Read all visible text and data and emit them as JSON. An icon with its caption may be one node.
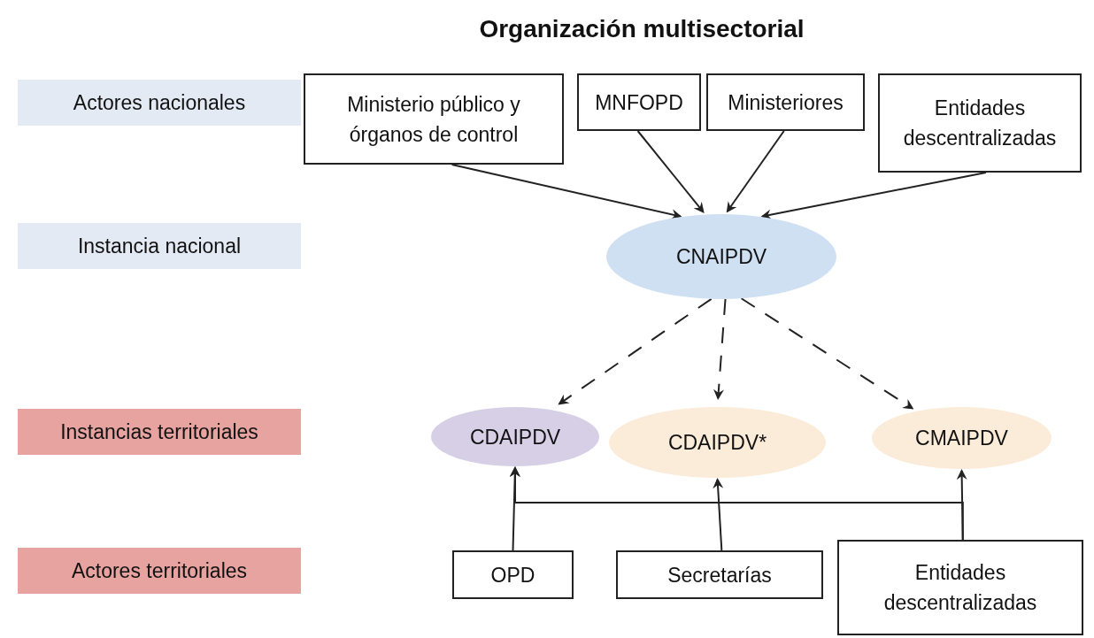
{
  "diagram": {
    "title": "Organización multisectorial",
    "nodes": [
      {
        "text": [
          "Actores nacionales"
        ]
      },
      {
        "text": [
          "Instancia nacional"
        ]
      },
      {
        "text": [
          "Instancias territoriales"
        ]
      },
      {
        "text": [
          "Actores territoriales"
        ]
      },
      {
        "text": [
          "Ministerio público y órganos de control"
        ]
      },
      {
        "text": [
          "MNFOPD"
        ]
      },
      {
        "text": [
          "Ministeriores"
        ]
      },
      {
        "text": [
          "Entidades descentralizadas"
        ]
      },
      {
        "text": [
          "CNAIPDV"
        ]
      },
      {
        "text": [
          "CDAIPDV"
        ]
      },
      {
        "text": [
          "CDAIPDV*"
        ]
      },
      {
        "text": [
          "CMAIPDV"
        ]
      },
      {
        "text": [
          "OPD"
        ]
      },
      {
        "text": [
          "Secretarías"
        ]
      },
      {
        "text": [
          "Entidades descentralizadas"
        ]
      }
    ],
    "edges": [
      {
        "from": 4,
        "to": 8,
        "arrow": "to"
      },
      {
        "from": 5,
        "to": 8,
        "arrow": "to"
      },
      {
        "from": 6,
        "to": 8,
        "arrow": "to"
      },
      {
        "from": 7,
        "to": 8,
        "arrow": "to"
      },
      {
        "from": 8,
        "to": 9,
        "arrow": "to",
        "style": "dashed"
      },
      {
        "from": 8,
        "to": 10,
        "arrow": "to",
        "style": "dashed"
      },
      {
        "from": 8,
        "to": 11,
        "arrow": "to",
        "style": "dashed"
      },
      {
        "from": 12,
        "to": 9,
        "arrow": "to"
      },
      {
        "from": 13,
        "to": 10,
        "arrow": "to"
      },
      {
        "from": 14,
        "to": 11,
        "arrow": "to"
      },
      {
        "from": 14,
        "to": 9,
        "arrow": "to"
      }
    ]
  }
}
